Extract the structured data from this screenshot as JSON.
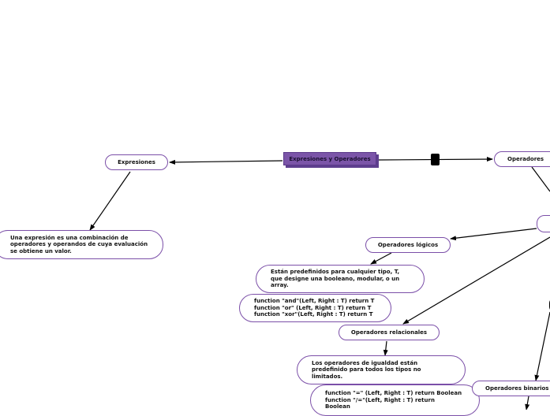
{
  "colors": {
    "central_fill": "#7b55a8",
    "node_border": "#7b4fa8",
    "edge": "#000000",
    "background": "#ffffff"
  },
  "nodes": {
    "central": "Expresiones y Operadores",
    "expresiones": "Expresiones",
    "expresiones_def": "Una expresión es una combinación de\noperadores y operandos de cuya evaluación\nse obtiene un valor.",
    "operadores": "Operadores",
    "operadores_logicos": "Operadores lógicos",
    "logicos_desc": "Están predefinidos para cualquier tipo, T,\nque designe una booleano, modular, o un\narray.",
    "logicos_funcs": "function \"and\"(Left, Right : T) return T\nfunction \"or\" (Left, Right : T) return T\nfunction \"xor\"(Left, Right : T) return T",
    "operadores_relacionales": "Operadores relacionales",
    "relacionales_desc": "Los operadores de igualdad están\npredefinido para todos los tipos no\nlimitados.",
    "relacionales_funcs": "function \"=\" (Left, Right : T) return Boolean\nfunction \"/=\"(Left, Right : T) return\nBoolean",
    "operadores_binarios": "Operadores binarios c",
    "offscreen_node": ""
  }
}
